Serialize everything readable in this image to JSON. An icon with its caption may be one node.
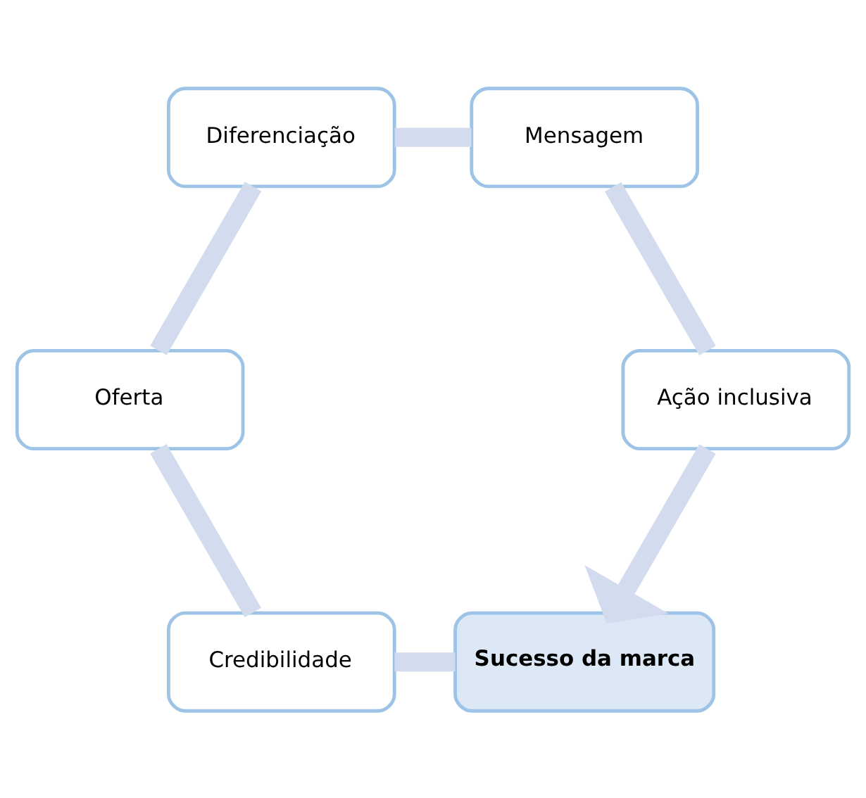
{
  "diagram": {
    "nodes": [
      {
        "text": [
          "Sucesso da marca"
        ]
      },
      {
        "text": [
          "Credibilidade"
        ]
      },
      {
        "text": [
          "Oferta"
        ]
      },
      {
        "text": [
          "Diferenciação"
        ]
      },
      {
        "text": [
          "Mensagem"
        ]
      },
      {
        "text": [
          "Ação inclusiva"
        ]
      }
    ],
    "edges": [
      {
        "from": 0,
        "to": 1,
        "arrow": "none"
      },
      {
        "from": 1,
        "to": 2,
        "arrow": "none"
      },
      {
        "from": 2,
        "to": 3,
        "arrow": "none"
      },
      {
        "from": 3,
        "to": 4,
        "arrow": "none"
      },
      {
        "from": 4,
        "to": 5,
        "arrow": "none"
      },
      {
        "from": 5,
        "to": 0,
        "arrow": "to"
      }
    ]
  }
}
